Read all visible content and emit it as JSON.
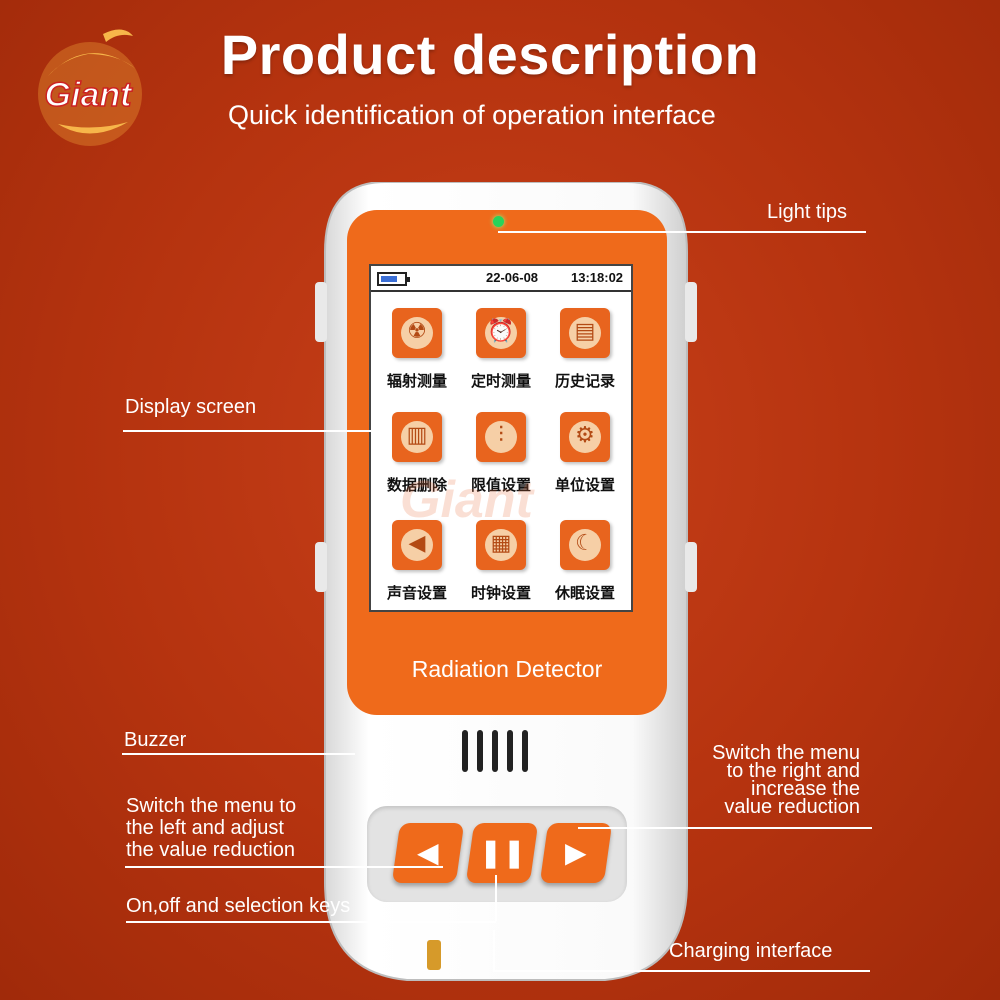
{
  "header": {
    "title": "Product description",
    "subtitle": "Quick identification of operation interface",
    "logo_text": "Giant"
  },
  "device": {
    "name": "Radiation Detector",
    "status": {
      "date": "22-06-08",
      "time": "13:18:02"
    },
    "apps": [
      {
        "label": "辐射测量",
        "icon": "radiation-icon"
      },
      {
        "label": "定时测量",
        "icon": "alarm-clock-icon"
      },
      {
        "label": "历史记录",
        "icon": "history-record-icon"
      },
      {
        "label": "数据删除",
        "icon": "trash-icon"
      },
      {
        "label": "限值设置",
        "icon": "sliders-icon"
      },
      {
        "label": "单位设置",
        "icon": "gear-icon"
      },
      {
        "label": "声音设置",
        "icon": "speaker-icon"
      },
      {
        "label": "时钟设置",
        "icon": "calendar-clock-icon"
      },
      {
        "label": "休眠设置",
        "icon": "moon-icon"
      }
    ],
    "watermark": "Giant"
  },
  "callouts": {
    "light_tips": "Light tips",
    "display_screen": "Display screen",
    "buzzer": "Buzzer",
    "switch_left": [
      "Switch the menu to",
      "the left and adjust",
      "the value reduction"
    ],
    "switch_right": [
      "Switch the menu",
      "to the right and",
      "increase the",
      "value reduction"
    ],
    "on_off": "On,off and selection keys",
    "charging": "Charging interface"
  },
  "colors": {
    "background": "#b5330f",
    "accent": "#ef6a1b",
    "indicator": "#27d35a"
  }
}
